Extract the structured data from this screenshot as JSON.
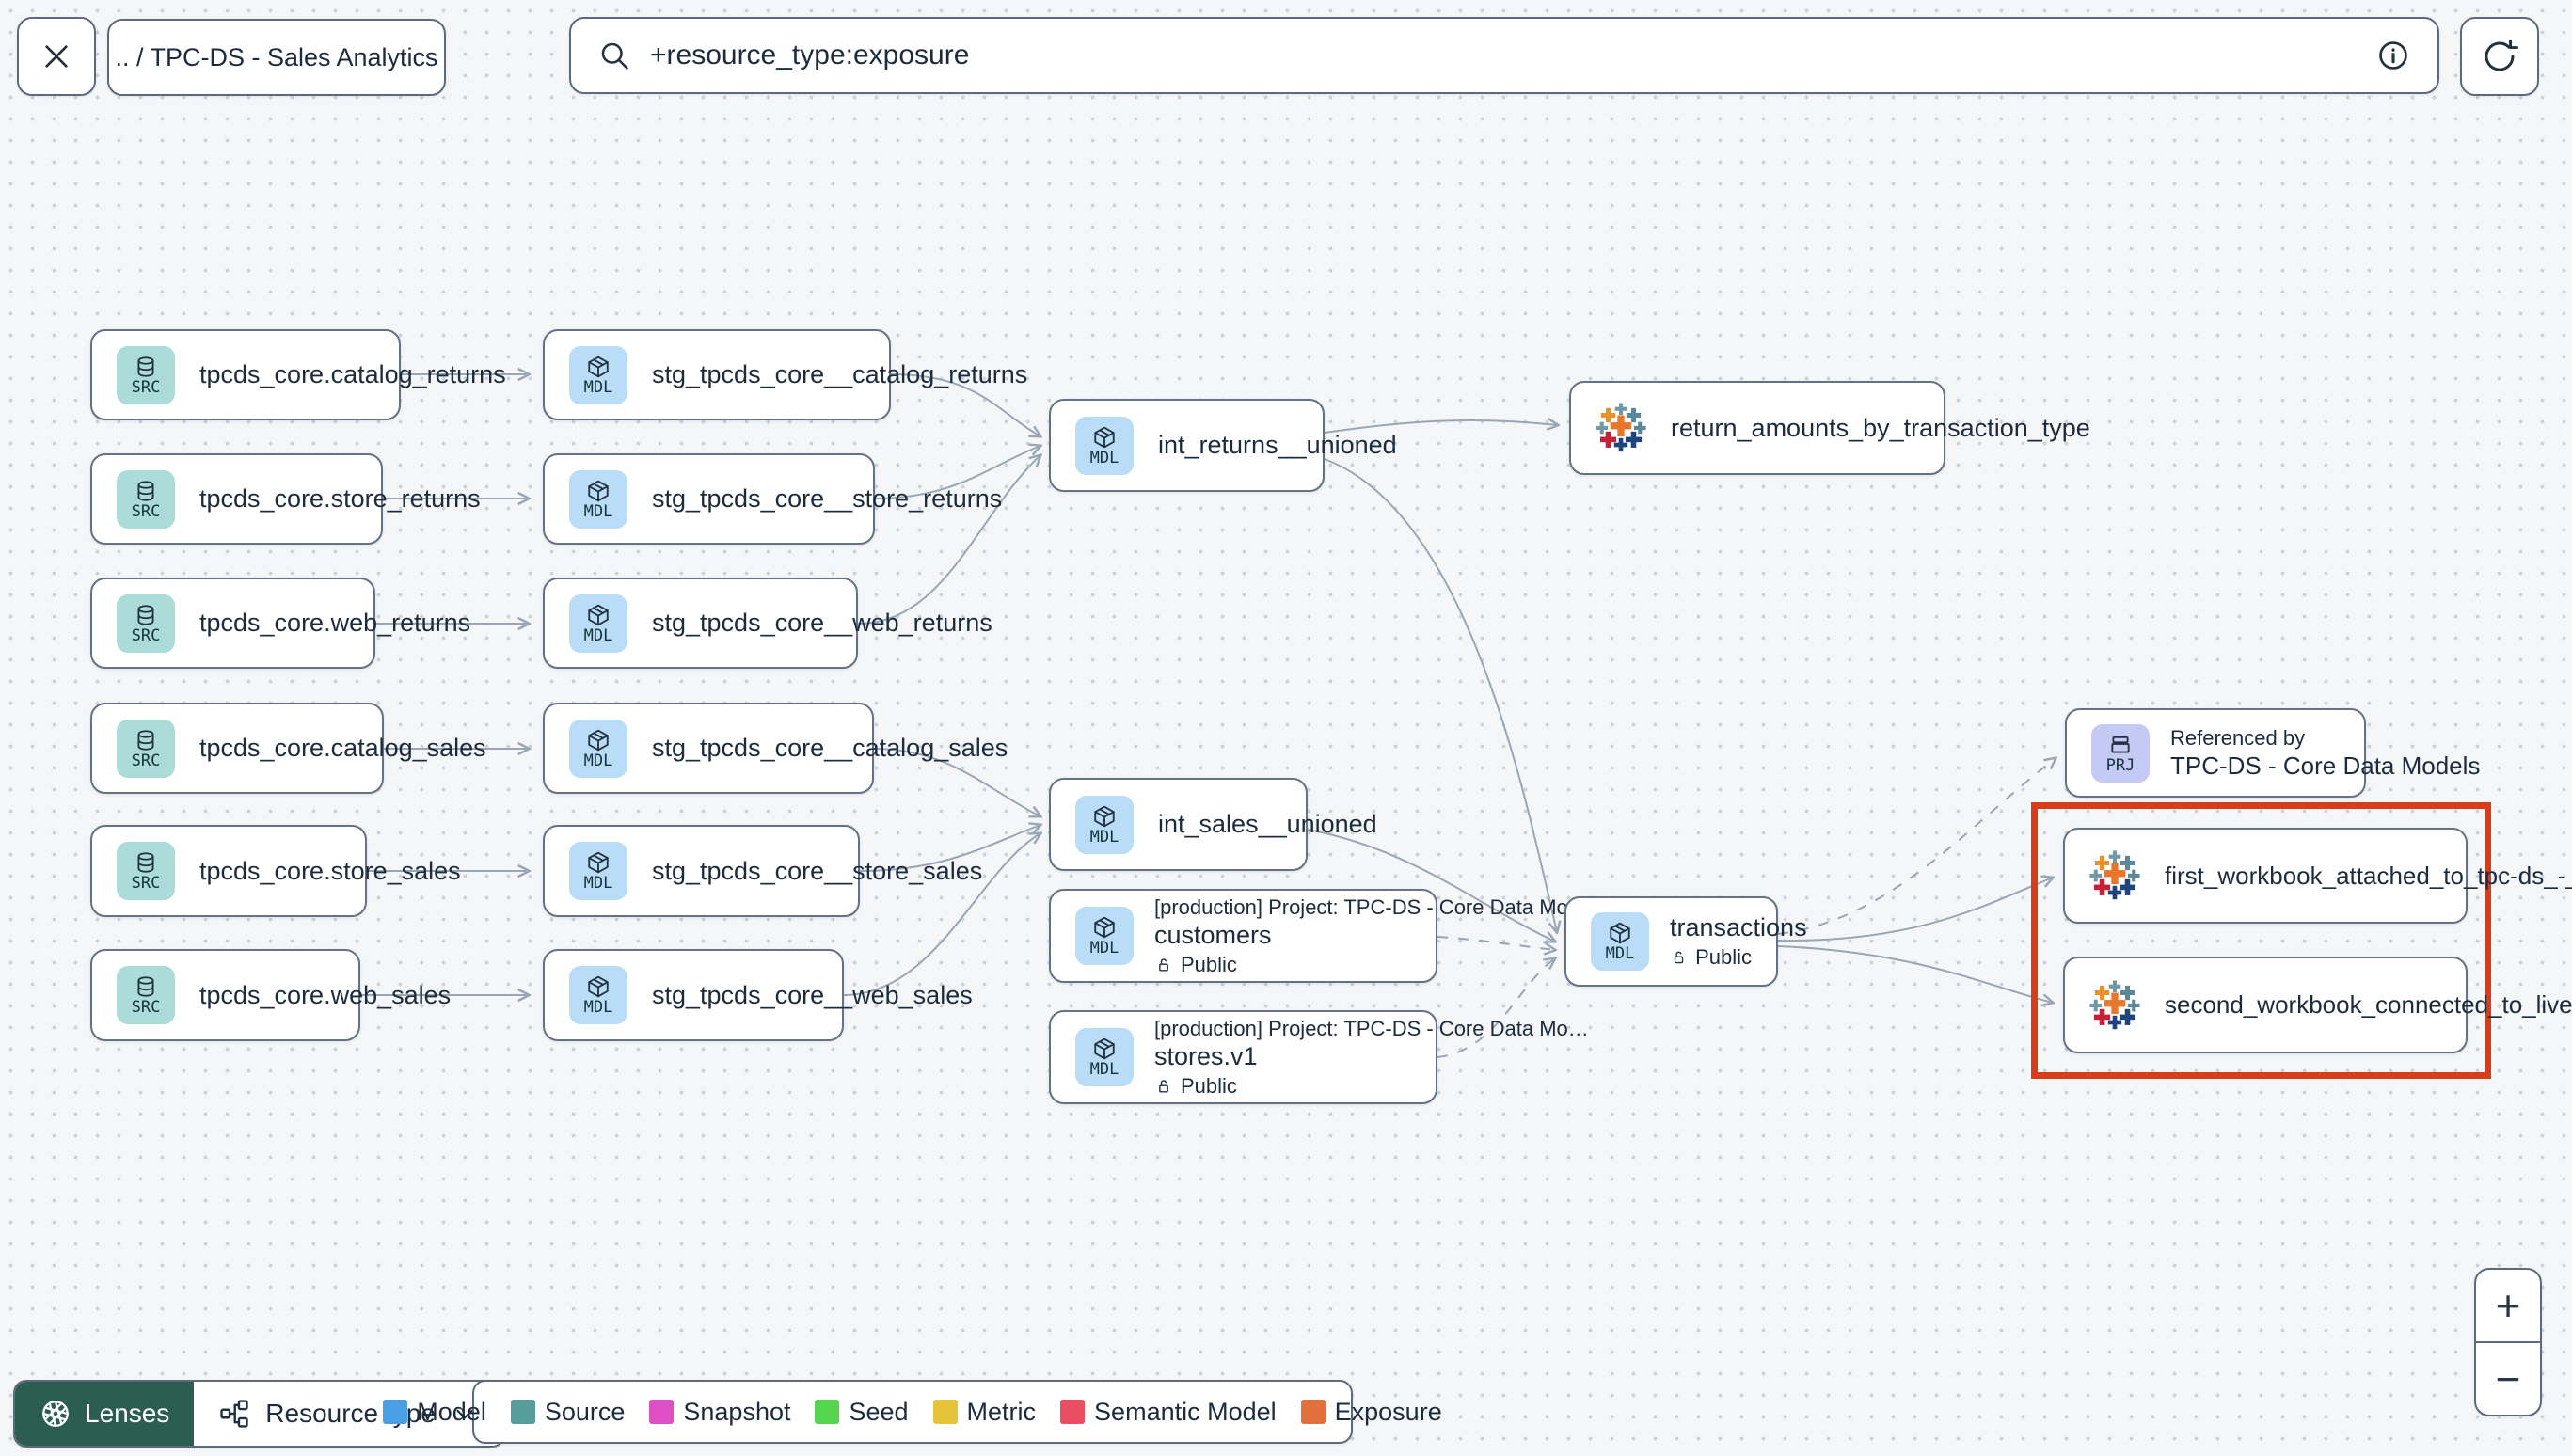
{
  "header": {
    "breadcrumb": ".. / TPC-DS - Sales Analytics",
    "search": {
      "value": "+resource_type:exposure"
    }
  },
  "graph": {
    "badge_labels": {
      "source": "SRC",
      "model": "MDL",
      "project": "PRJ"
    },
    "highlight_color": "#d63e1b",
    "nodes": {
      "src_catalog_returns": {
        "label": "tpcds_core.catalog_returns"
      },
      "src_store_returns": {
        "label": "tpcds_core.store_returns"
      },
      "src_web_returns": {
        "label": "tpcds_core.web_returns"
      },
      "src_catalog_sales": {
        "label": "tpcds_core.catalog_sales"
      },
      "src_store_sales": {
        "label": "tpcds_core.store_sales"
      },
      "src_web_sales": {
        "label": "tpcds_core.web_sales"
      },
      "stg_catalog_returns": {
        "label": "stg_tpcds_core__catalog_returns"
      },
      "stg_store_returns": {
        "label": "stg_tpcds_core__store_returns"
      },
      "stg_web_returns": {
        "label": "stg_tpcds_core__web_returns"
      },
      "stg_catalog_sales": {
        "label": "stg_tpcds_core__catalog_sales"
      },
      "stg_store_sales": {
        "label": "stg_tpcds_core__store_sales"
      },
      "stg_web_sales": {
        "label": "stg_tpcds_core__web_sales"
      },
      "int_returns_unioned": {
        "label": "int_returns__unioned"
      },
      "int_sales_unioned": {
        "label": "int_sales__unioned"
      },
      "return_amounts": {
        "label": "return_amounts_by_transaction_type"
      },
      "customers": {
        "project_header": "[production] Project: TPC-DS - Core Data Mo…",
        "label": "customers",
        "access": "Public"
      },
      "stores_v1": {
        "project_header": "[production] Project: TPC-DS - Core Data Mo…",
        "label": "stores.v1",
        "access": "Public"
      },
      "transactions": {
        "label": "transactions",
        "access": "Public"
      },
      "referenced_by": {
        "title": "Referenced by",
        "label": "TPC-DS - Core Data Models"
      },
      "exposure_first": {
        "label": "first_workbook_attached_to_tpc-ds_-_…"
      },
      "exposure_second": {
        "label": "second_workbook_connected_to_live…"
      }
    }
  },
  "footer": {
    "lenses_label": "Lenses",
    "resource_type_label": "Resource type",
    "legend": [
      {
        "label": "Model",
        "color": "#4a9fe3"
      },
      {
        "label": "Source",
        "color": "#569d9b"
      },
      {
        "label": "Snapshot",
        "color": "#df4fc4"
      },
      {
        "label": "Seed",
        "color": "#55d54e"
      },
      {
        "label": "Metric",
        "color": "#e5c43a"
      },
      {
        "label": "Semantic Model",
        "color": "#ea4e63"
      },
      {
        "label": "Exposure",
        "color": "#e2703d"
      }
    ]
  },
  "zoom_controls": {
    "zoom_in": "+",
    "zoom_out": "−"
  }
}
